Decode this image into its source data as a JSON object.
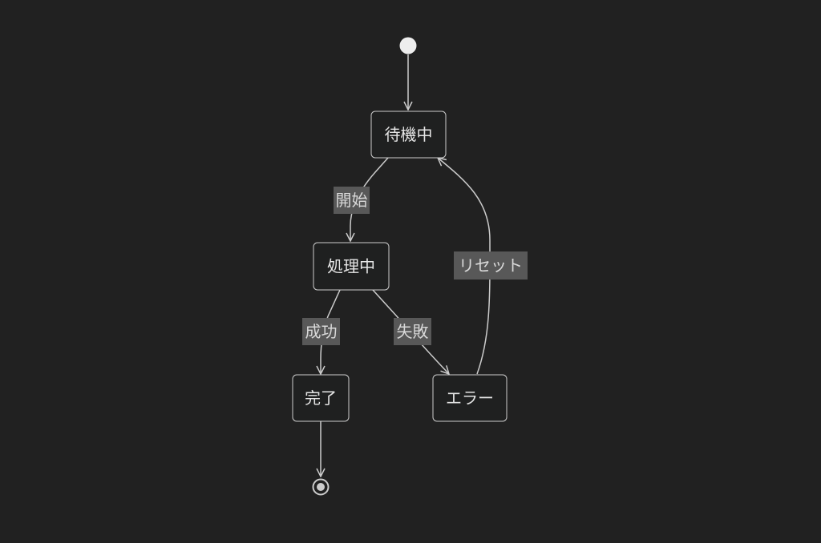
{
  "states": {
    "waiting": "待機中",
    "processing": "処理中",
    "done": "完了",
    "error": "エラー"
  },
  "transitions": {
    "start": "開始",
    "success": "成功",
    "failure": "失敗",
    "reset": "リセット"
  },
  "colors": {
    "background": "#212121",
    "node_fill": "#1f2020",
    "stroke": "#cccccc",
    "label_bg": "#585858",
    "text": "#e6e6e6"
  }
}
